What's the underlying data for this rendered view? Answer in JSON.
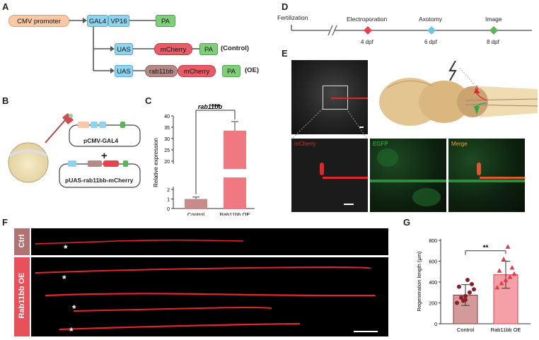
{
  "panels": {
    "a": "A",
    "b": "B",
    "c": "C",
    "d": "D",
    "e": "E",
    "f": "F",
    "g": "G"
  },
  "panelA": {
    "cmv": "CMV promoter",
    "gal4": "GAL4",
    "vp16": "VP16",
    "pa": "PA",
    "uas": "UAS",
    "mcherry": "mCherry",
    "rab": "rab11bb",
    "control": "(Control)",
    "oe": "(OE)"
  },
  "panelB": {
    "plasmid1": "pCMV-GAL4",
    "plus": "+",
    "plasmid2": "pUAS-rab11bb-mCherry"
  },
  "panelD": {
    "fert": "Fertilization",
    "electro": "Electroporation",
    "axotomy": "Axotomy",
    "image": "Image",
    "t1": "4 dpf",
    "t2": "6 dpf",
    "t3": "8 dpf"
  },
  "panelE": {
    "ch1": "mCherry",
    "ch2": "EGFP",
    "ch3": "Merge"
  },
  "panelF": {
    "ctrl": "Ctrl",
    "oe": "Rab11bb OE",
    "star": "*"
  },
  "colors": {
    "control": "#c98a8a",
    "oe": "#f07880",
    "red": "#e3262c",
    "green": "#29a84a"
  },
  "chart_data": [
    {
      "type": "bar",
      "title": "rab11bb",
      "ylabel": "Relative expression",
      "categories": [
        "Control",
        "Rab11bb OE"
      ],
      "values": [
        1,
        33.5
      ],
      "errors": [
        0.2,
        4
      ],
      "yticks_low": [
        "0",
        "1",
        "2"
      ],
      "yticks_high": [
        "20",
        "25",
        "30",
        "35",
        "40"
      ],
      "broken_axis": true,
      "significance": "***"
    },
    {
      "type": "bar",
      "ylabel": "Regeneration length (μm)",
      "categories": [
        "Control",
        "Rab11bb OE"
      ],
      "values": [
        275,
        470
      ],
      "errors": [
        100,
        130
      ],
      "yticks": [
        "0",
        "200",
        "400",
        "600",
        "800"
      ],
      "ylim": [
        0,
        800
      ],
      "points_control": [
        200,
        250,
        265,
        300,
        330,
        355,
        380,
        220,
        420,
        230
      ],
      "points_oe": [
        350,
        390,
        420,
        450,
        480,
        510,
        540,
        620,
        740,
        420
      ],
      "significance": "**"
    }
  ]
}
